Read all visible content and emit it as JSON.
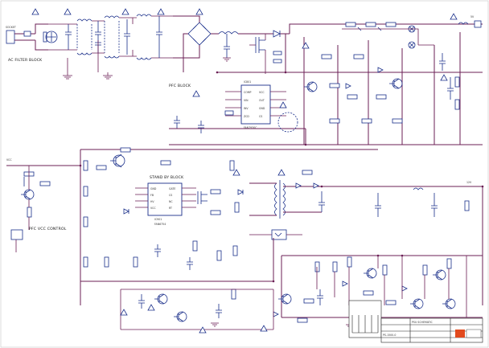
{
  "blocks": {
    "ac_filter": "AC FILTER BLOCK",
    "pfc": "PFC BLOCK",
    "standby": "STAND BY BLOCK",
    "pfc_vcc": "PFC VCC CONTROL"
  },
  "ics": {
    "pfc_controller": {
      "ref": "IC801",
      "part": "FAN7930C",
      "pins_left": [
        "COMP",
        "VIN",
        "INV",
        "ZCD"
      ],
      "pins_right": [
        "VCC",
        "OUT",
        "GND",
        "CS"
      ]
    },
    "standby_controller": {
      "ref": "IC901",
      "part": "FAN6754",
      "pins_left": [
        "GND",
        "FB",
        "HV",
        "VCC"
      ],
      "pins_right": [
        "GATE",
        "CS",
        "NC",
        "RT"
      ]
    }
  },
  "inputs": {
    "ac_in": "SOCKET",
    "vcc_in": "VCC"
  },
  "outputs": {
    "top_right": "5V",
    "mid_right": "12V"
  },
  "title_block": {
    "label": "PSU SCHEMATIC",
    "model": "PS-1500-0"
  },
  "symbols": {
    "caution": "warning-triangle-icon"
  }
}
